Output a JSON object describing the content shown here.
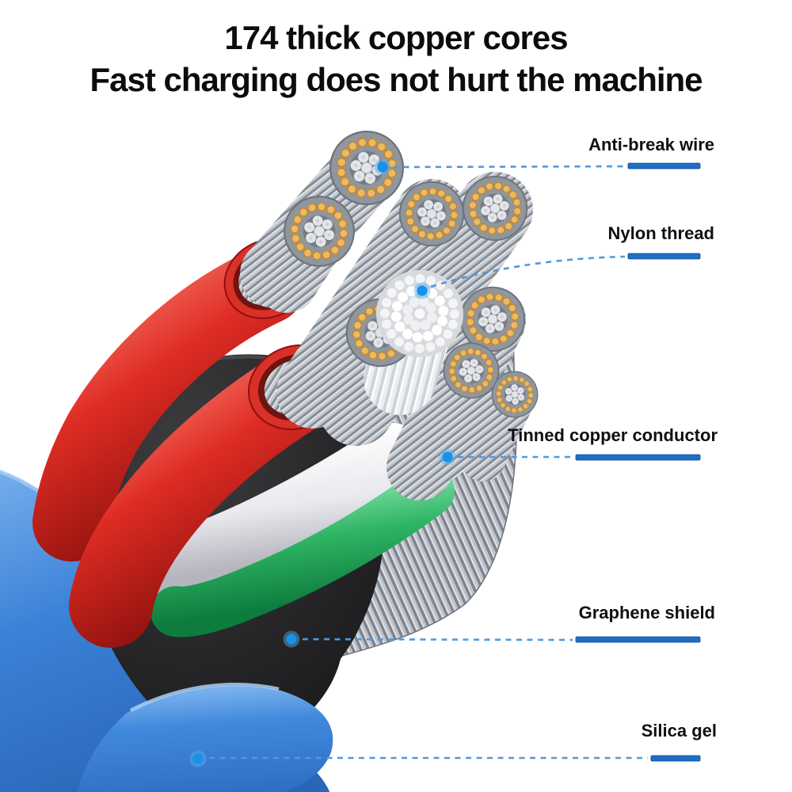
{
  "title": {
    "line1": "174 thick copper cores",
    "line2": "Fast charging does not hurt the machine"
  },
  "callouts": [
    {
      "id": "anti-break-wire",
      "label": "Anti-break wire"
    },
    {
      "id": "nylon-thread",
      "label": "Nylon thread"
    },
    {
      "id": "tinned-copper-conductor",
      "label": "Tinned copper conductor"
    },
    {
      "id": "graphene-shield",
      "label": "Graphene shield"
    },
    {
      "id": "silica-gel",
      "label": "Silica gel"
    }
  ],
  "colors": {
    "accent_bar_blue": "#1e6fc6",
    "leader_dash_blue": "#4e9ade",
    "marker_dot_blue": "#1692ea",
    "jacket_blue": "#3b82d8",
    "shield_black": "#262626",
    "wire_red": "#d92b26",
    "wire_white": "#f2f2f4",
    "wire_green": "#2fb565",
    "copper_gold": "#e2a84e",
    "tinned_silver": "#c9cdd2",
    "title_text": "#0c0c0c"
  }
}
